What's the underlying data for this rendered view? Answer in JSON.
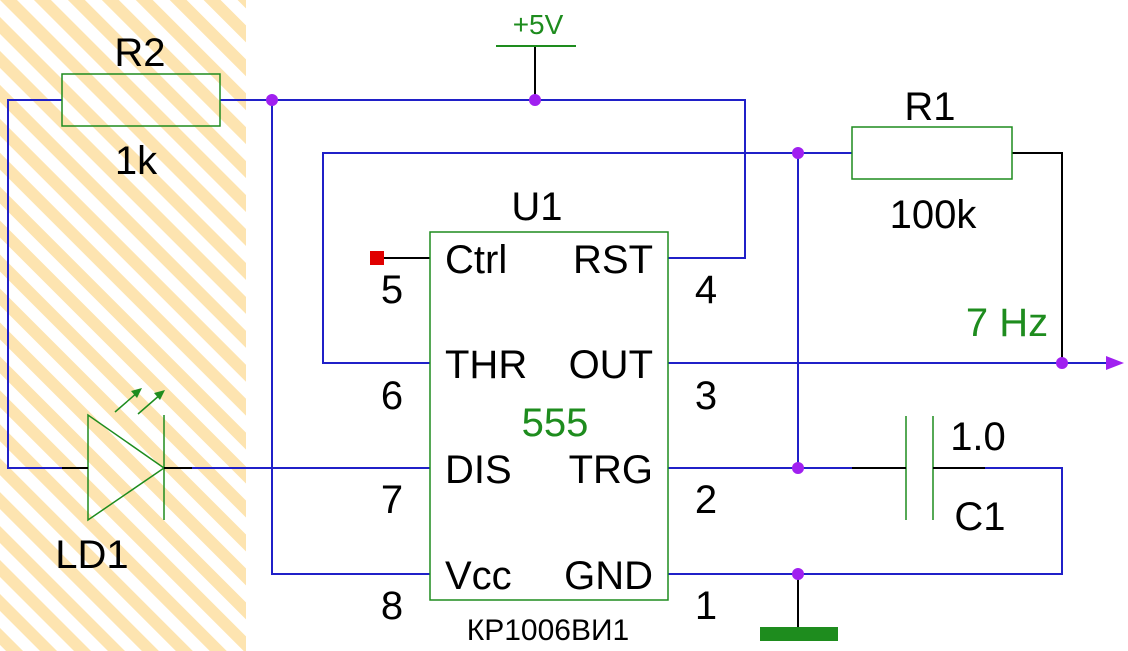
{
  "colors": {
    "wire": "#2020c8",
    "lead": "#000000",
    "component_body": "#1e8c1e",
    "label_green": "#1e8c1e",
    "junction": "#a020f0",
    "probe": "#e00000",
    "ground_bar": "#1e8c1e",
    "hatch_stripe": "#fde4b0"
  },
  "power": {
    "label": "+5V"
  },
  "r2": {
    "ref": "R2",
    "value": "1k"
  },
  "r1": {
    "ref": "R1",
    "value": "100k"
  },
  "c1": {
    "ref": "C1",
    "value": "1.0"
  },
  "led": {
    "ref": "LD1"
  },
  "output": {
    "label": "7 Hz"
  },
  "ic": {
    "ref": "U1",
    "type": "555",
    "part": "КР1006ВИ1",
    "pins": {
      "ctrl": {
        "name": "Ctrl",
        "number": "5"
      },
      "rst": {
        "name": "RST",
        "number": "4"
      },
      "thr": {
        "name": "THR",
        "number": "6"
      },
      "out": {
        "name": "OUT",
        "number": "3"
      },
      "dis": {
        "name": "DIS",
        "number": "7"
      },
      "trg": {
        "name": "TRG",
        "number": "2"
      },
      "vcc": {
        "name": "Vcc",
        "number": "8"
      },
      "gnd": {
        "name": "GND",
        "number": "1"
      }
    }
  }
}
